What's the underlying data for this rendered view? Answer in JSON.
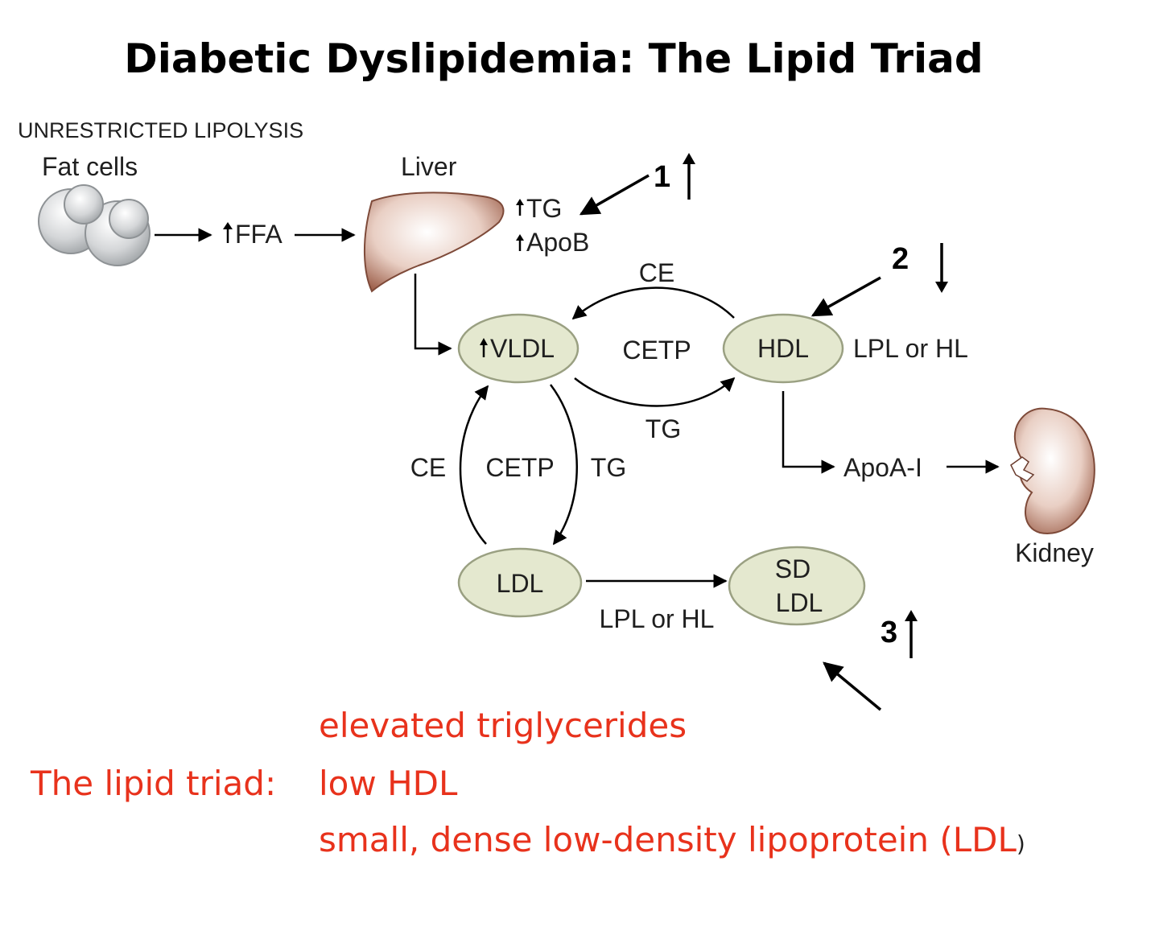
{
  "title": "Diabetic Dyslipidemia: The Lipid Triad",
  "header_label": "UNRESTRICTED LIPOLYSIS",
  "labels": {
    "fat_cells": "Fat cells",
    "liver": "Liver",
    "kidney": "Kidney",
    "ffa": "FFA",
    "tg_up": "TG",
    "apob_up": "ApoB",
    "vldl": "VLDL",
    "hdl": "HDL",
    "ldl": "LDL",
    "sd": "SD",
    "sd_ldl": "LDL",
    "cetp_top": "CETP",
    "cetp_left": "CETP",
    "ce_top": "CE",
    "ce_left": "CE",
    "tg_bottom": "TG",
    "tg_right": "TG",
    "lpl_hl_right": "LPL or HL",
    "lpl_hl_bottom": "LPL or HL",
    "apoa1": "ApoA-I",
    "num1": "1",
    "num2": "2",
    "num3": "3"
  },
  "triad": {
    "lead": "The lipid triad:",
    "item1": "elevated triglycerides",
    "item2": "low HDL",
    "item3": "small, dense low-density lipoprotein (LDL",
    "item3_end": ")"
  },
  "colors": {
    "accent_red": "#e8321c",
    "lipoprotein_fill": "#e4e8cf",
    "organ_brown": "#a86a56",
    "fat_cell_gray": "#c8cbce"
  }
}
